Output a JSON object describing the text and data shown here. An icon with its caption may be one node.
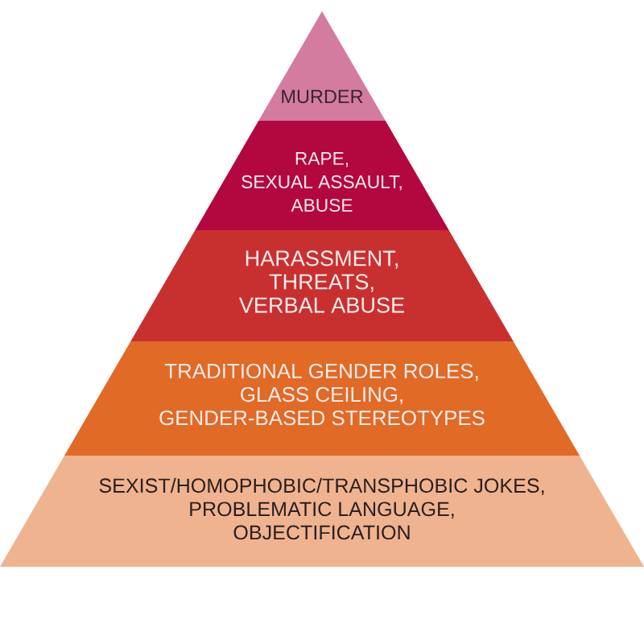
{
  "diagram": {
    "nodes": [
      {
        "text": [
          "MURDER"
        ]
      },
      {
        "text": [
          "RAPE, SEXUAL ASSAULT, ABUSE"
        ]
      },
      {
        "text": [
          "HARASSMENT, THREATS, VERBAL ABUSE"
        ]
      },
      {
        "text": [
          "TRADITIONAL GENDER ROLES, GLASS CEILING, GENDER-BASED STEREOTYPES"
        ]
      },
      {
        "text": [
          "SEXIST/HOMOPHOBIC/TRANSPHOBIC JOKES, PROBLEMATIC LANGUAGE, OBJECTIFICATION"
        ]
      }
    ]
  }
}
